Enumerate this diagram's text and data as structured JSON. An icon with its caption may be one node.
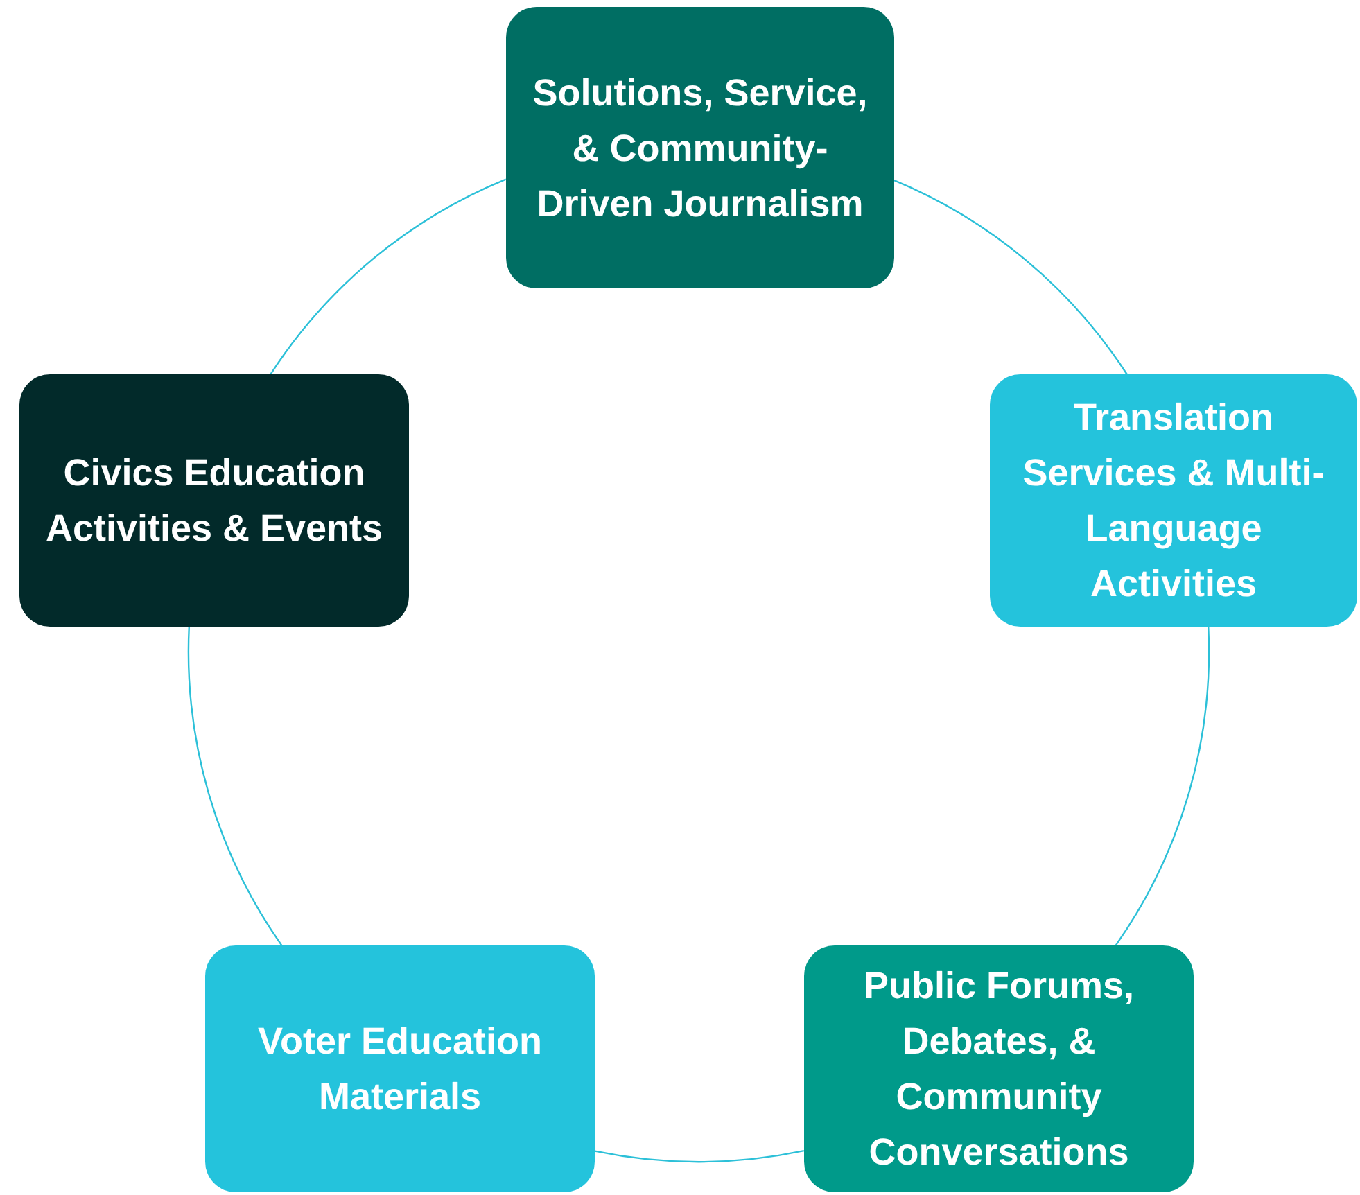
{
  "diagram": {
    "nodes": [
      {
        "text": [
          "Solutions, Service, & Community-Driven Journalism"
        ]
      },
      {
        "text": [
          "Civics Education Activities & Events"
        ]
      },
      {
        "text": [
          "Translation Services & Multi-Language Activities"
        ]
      },
      {
        "text": [
          "Voter Education Materials"
        ]
      },
      {
        "text": [
          "Public Forums, Debates, & Community Conversations"
        ]
      }
    ],
    "edges": [
      {
        "from": 0,
        "to": 2,
        "arrow": "none"
      },
      {
        "from": 2,
        "to": 4,
        "arrow": "none"
      },
      {
        "from": 4,
        "to": 3,
        "arrow": "none"
      },
      {
        "from": 3,
        "to": 1,
        "arrow": "none"
      },
      {
        "from": 1,
        "to": 0,
        "arrow": "none"
      }
    ]
  }
}
